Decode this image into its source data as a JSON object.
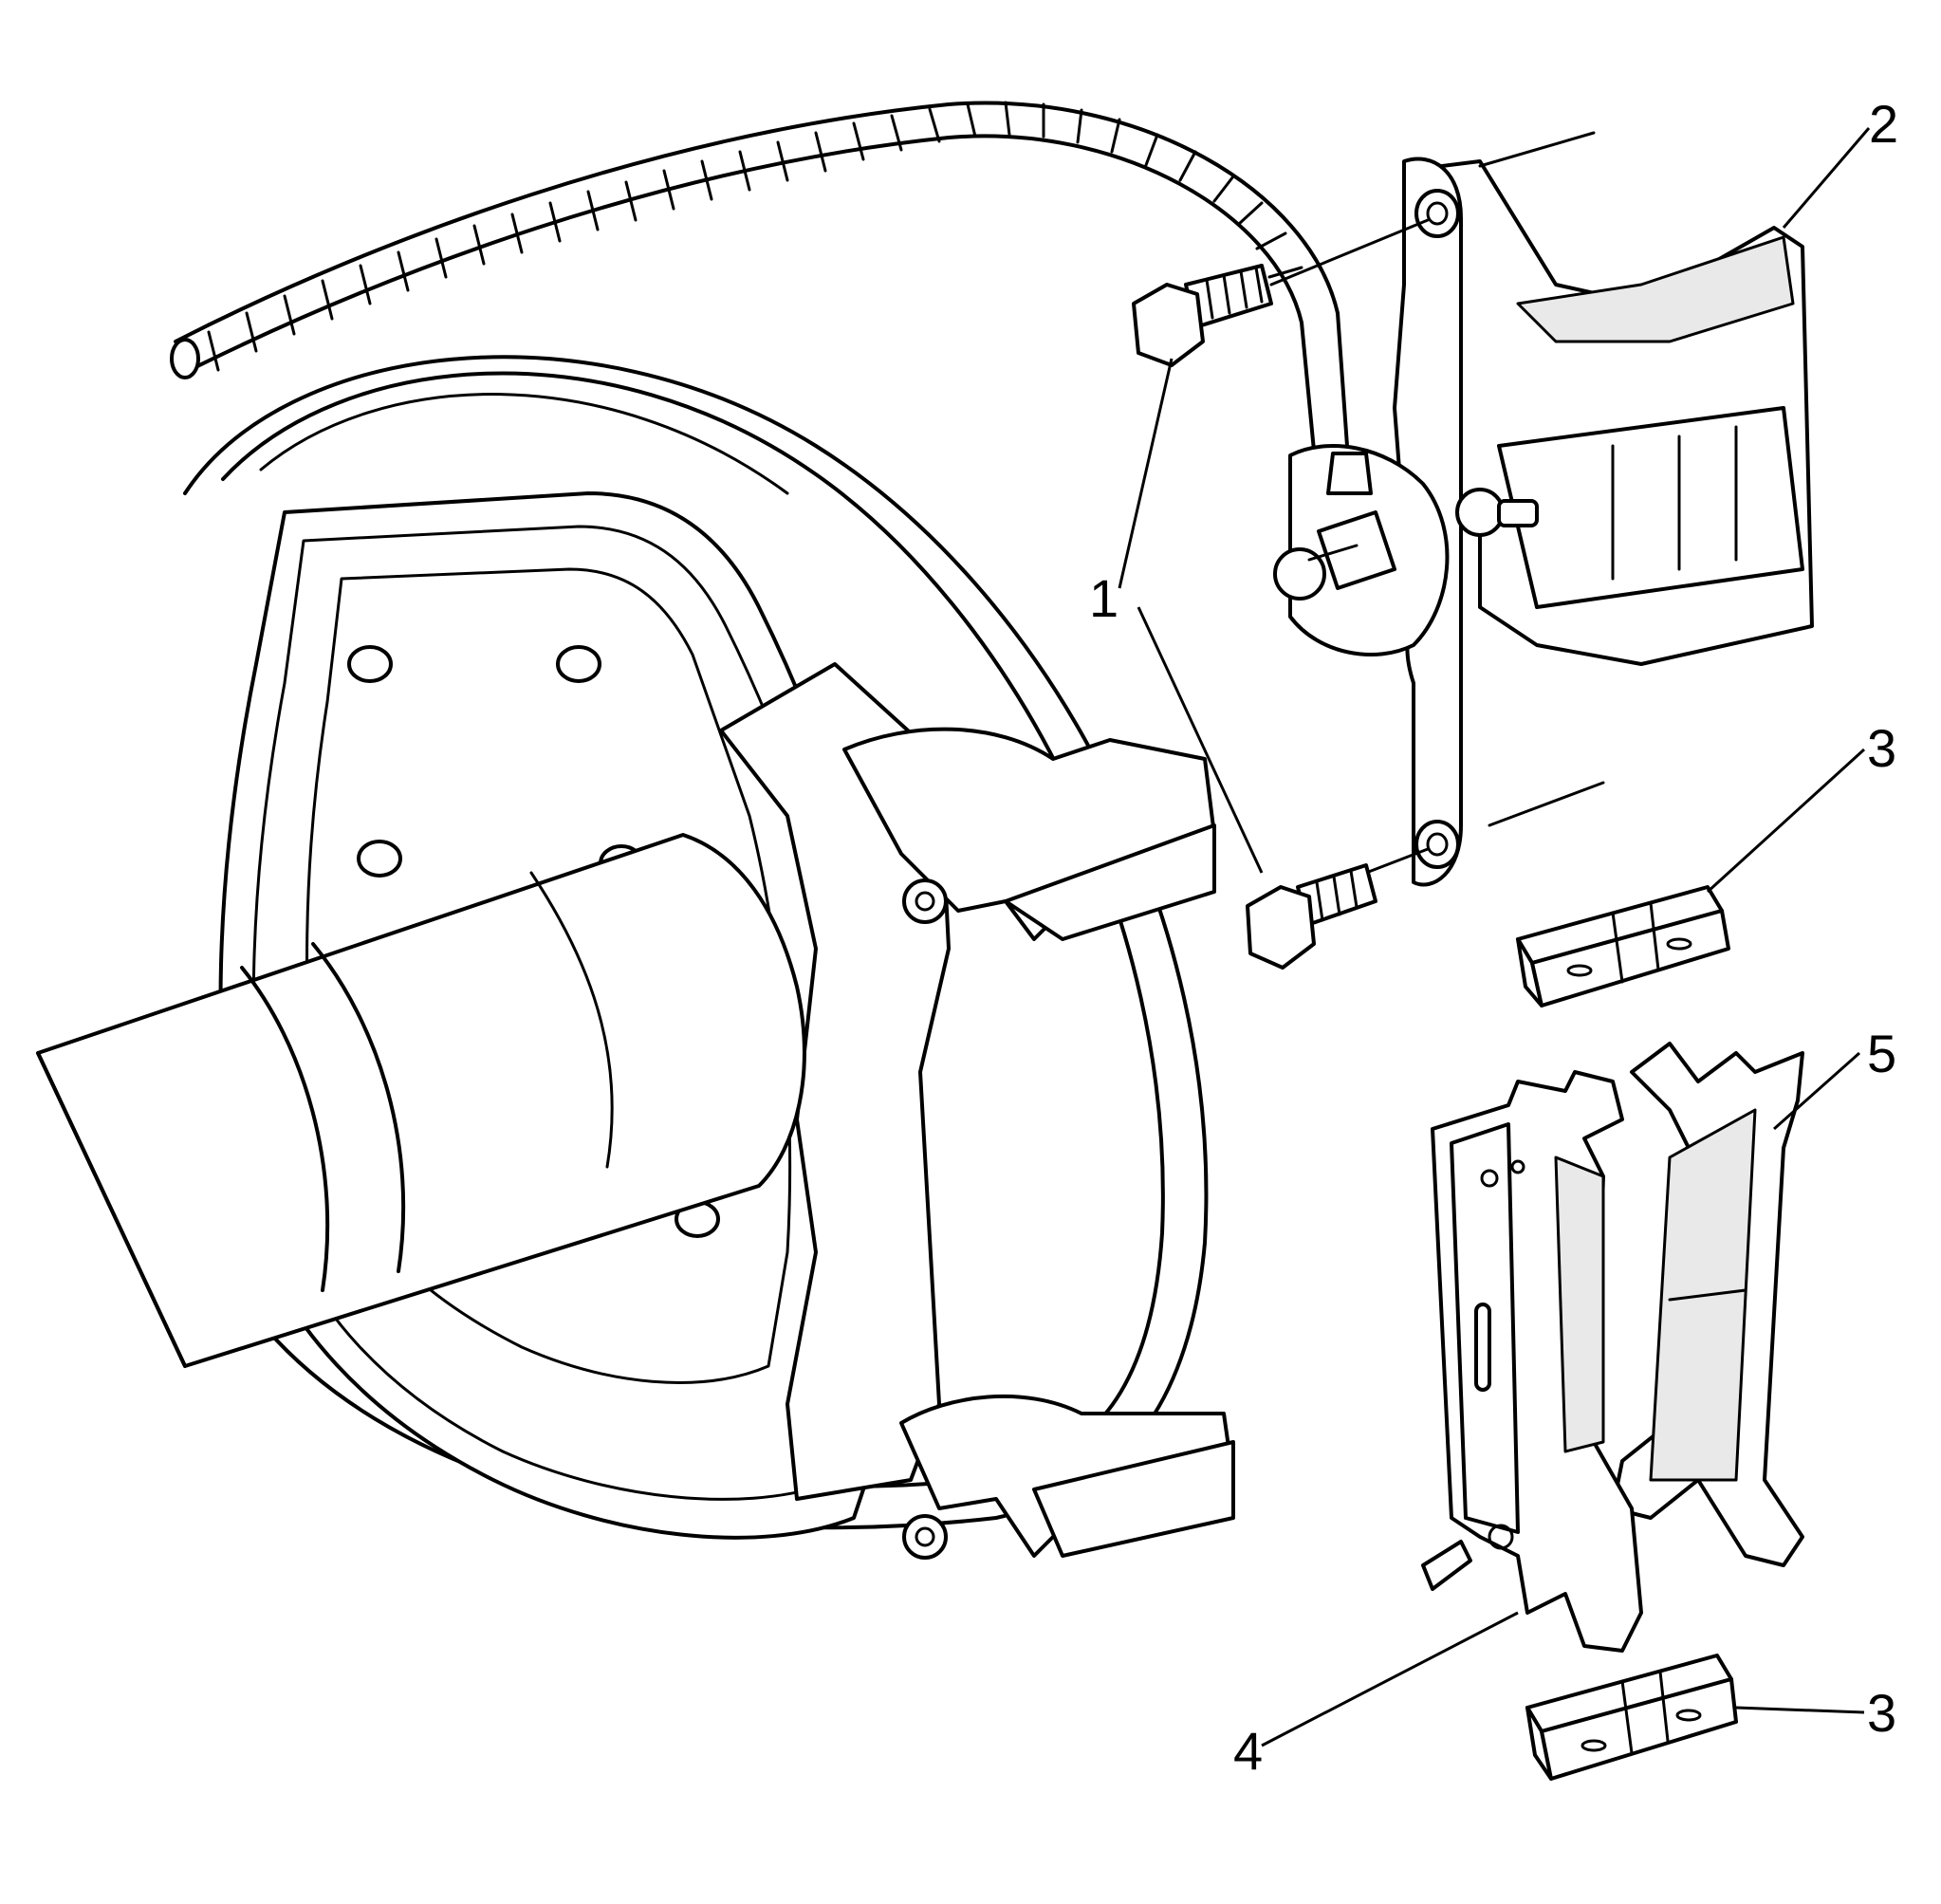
{
  "callouts": [
    {
      "id": "1",
      "text": "1"
    },
    {
      "id": "2",
      "text": "2"
    },
    {
      "id": "3",
      "text": "3"
    },
    {
      "id": "3b",
      "text": "3"
    },
    {
      "id": "4",
      "text": "4"
    },
    {
      "id": "5",
      "text": "5"
    }
  ]
}
